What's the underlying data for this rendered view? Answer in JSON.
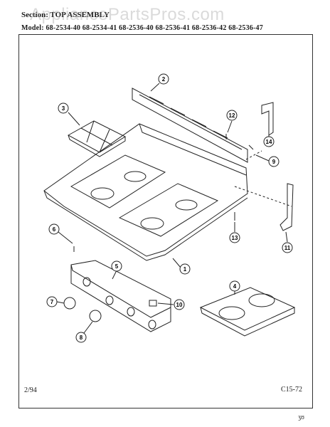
{
  "header": {
    "section": "Section:  TOP ASSEMBLY",
    "models": "Model:  68-2534-40   68-2534-41   68-2536-40   68-2536-41   68-2536-42   68-2536-47"
  },
  "watermark": "AppliancePartsPros.com",
  "footer": {
    "date": "2/94",
    "page_code": "C15-72",
    "corner_mark": "ʒʊ"
  },
  "callouts": [
    "1",
    "2",
    "3",
    "4",
    "5",
    "6",
    "7",
    "8",
    "9",
    "10",
    "11",
    "12",
    "13",
    "14"
  ]
}
